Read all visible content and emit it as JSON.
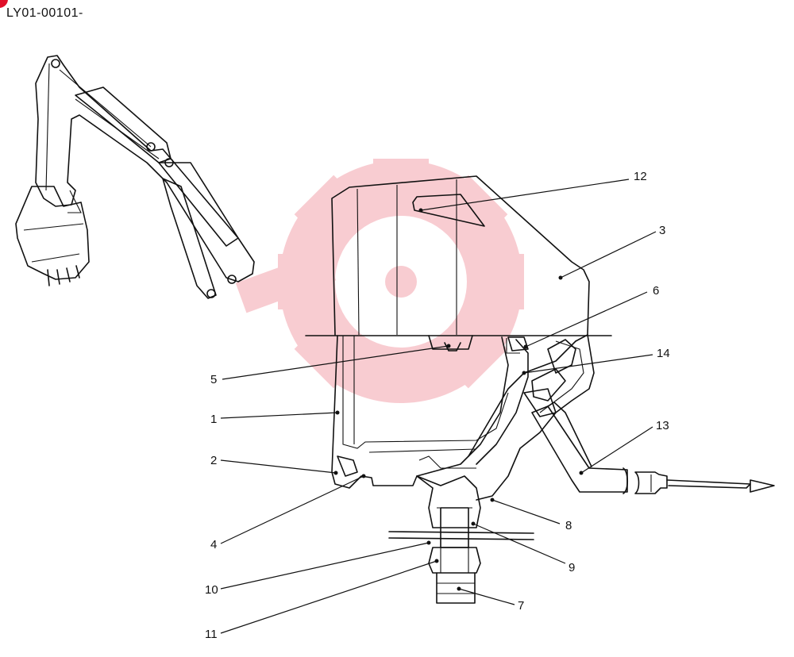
{
  "document": {
    "code": "LY01-00101-"
  },
  "colors": {
    "badge": "#e0102a",
    "watermark": "#f4a3ad",
    "line": "#111111"
  },
  "callouts": [
    "12",
    "3",
    "6",
    "14",
    "5",
    "1",
    "13",
    "2",
    "8",
    "4",
    "9",
    "10",
    "7",
    "11"
  ]
}
